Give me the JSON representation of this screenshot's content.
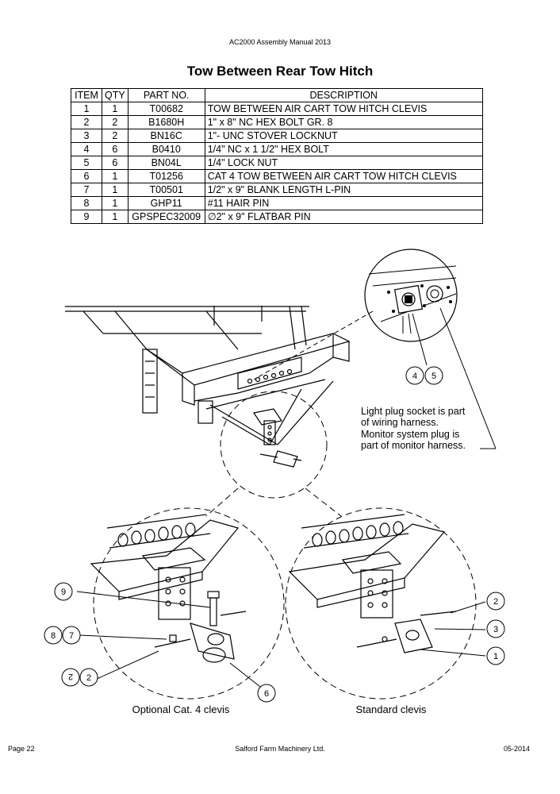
{
  "header": "AC2000 Assembly Manual 2013",
  "title": "Tow Between Rear Tow Hitch",
  "table": {
    "columns": [
      "ITEM",
      "QTY",
      "PART NO.",
      "DESCRIPTION"
    ],
    "rows": [
      [
        "1",
        "1",
        "T00682",
        "TOW BETWEEN AIR CART TOW HITCH CLEVIS"
      ],
      [
        "2",
        "2",
        "B1680H",
        "1\" x 8\" NC HEX BOLT GR. 8"
      ],
      [
        "3",
        "2",
        "BN16C",
        "1\"- UNC STOVER LOCKNUT"
      ],
      [
        "4",
        "6",
        "B0410",
        "1/4\" NC x 1 1/2\" HEX BOLT"
      ],
      [
        "5",
        "6",
        "BN04L",
        "1/4\" LOCK NUT"
      ],
      [
        "6",
        "1",
        "T01256",
        "CAT 4 TOW BETWEEN AIR CART TOW HITCH CLEVIS"
      ],
      [
        "7",
        "1",
        "T00501",
        "1/2\" x 9\" BLANK LENGTH L-PIN"
      ],
      [
        "8",
        "1",
        "GHP11",
        "#11 HAIR PIN"
      ],
      [
        "9",
        "1",
        "GPSPEC32009",
        "∅2\" x 9\" FLATBAR PIN"
      ]
    ]
  },
  "diagram": {
    "note_lines": [
      "Light plug socket is part",
      "of wiring harness.",
      "Monitor system plug is",
      "part of monitor harness."
    ],
    "callouts": {
      "four": "4",
      "five": "5",
      "nine": "9",
      "eight": "8",
      "seven": "7",
      "two_left_small": "2",
      "two_left": "2",
      "six": "6",
      "two_right": "2",
      "three": "3",
      "one": "1"
    },
    "caption_left": "Optional Cat. 4 clevis",
    "caption_right": "Standard clevis"
  },
  "footer": {
    "left": "Page 22",
    "center": "Salford Farm Machinery Ltd.",
    "right": "05-2014"
  }
}
